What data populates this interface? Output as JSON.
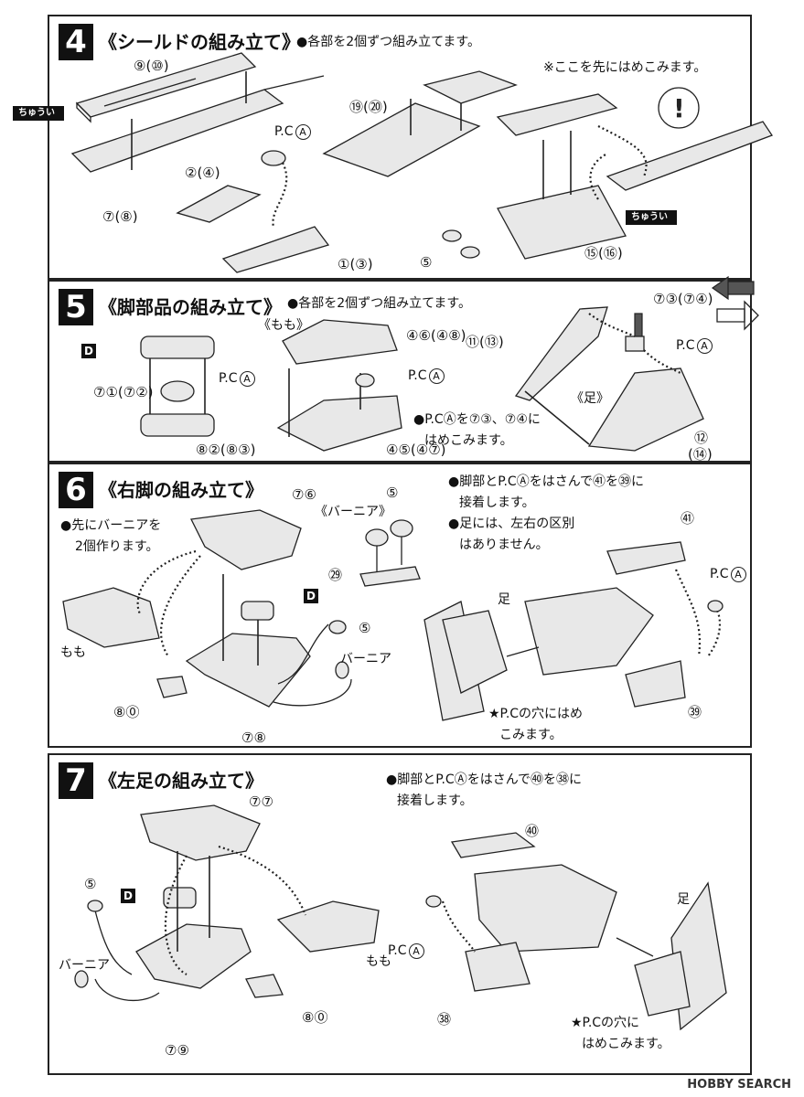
{
  "step4": {
    "num": "4",
    "title": "《シールドの組み立て》",
    "note": "●各部を2個ずつ組み立てます。",
    "note2": "※ここを先にはめこみます。",
    "pc": "P.C",
    "pc_letter": "A",
    "parts": [
      "⑨(⑩)",
      "⑦(⑧)",
      "②(④)",
      "①(③)",
      "⑲(⑳)",
      "⑤",
      "⑮(⑯)"
    ],
    "caution": [
      "ちゅうい",
      "ちゅうい"
    ]
  },
  "step5": {
    "num": "5",
    "title": "《脚部品の組み立て》",
    "note": "●各部を2個ずつ組み立てます。",
    "momo": "《もも》",
    "ashi": "《足》",
    "d": "D",
    "pc": "P.C",
    "pc_letter": "A",
    "parts": [
      "⑦①(⑦②)",
      "⑧②(⑧③)",
      "④⑥(④⑧)",
      "④⑤(④⑦)",
      "⑪(⑬)",
      "⑦③(⑦④)",
      "⑫",
      "(⑭)"
    ],
    "note_lines": [
      "●P.CⒶを⑦③、⑦④に",
      "はめこみます。"
    ]
  },
  "step6": {
    "num": "6",
    "title": "《右脚の組み立て》",
    "notes_left": [
      "●先にバーニアを",
      "2個作ります。"
    ],
    "burner_title": "《バーニア》",
    "notes_right": [
      "●脚部とP.CⒶをはさんで㊶を㊴に",
      "接着します。",
      "●足には、左右の区別",
      "はありません。"
    ],
    "labels": {
      "momo": "もも",
      "burner": "バーニア",
      "ashi": "足",
      "d": "D",
      "pc": "P.C",
      "pc_letter": "A"
    },
    "star": [
      "★P.Cの穴にはめ",
      "こみます。"
    ],
    "parts": [
      "⑦⑥",
      "⑤",
      "㉙",
      "⑧⓪",
      "⑦⑧",
      "⑤",
      "㊶",
      "㊴"
    ]
  },
  "step7": {
    "num": "7",
    "title": "《左足の組み立て》",
    "notes_right": [
      "●脚部とP.CⒶをはさんで㊵を㊳に",
      "接着します。"
    ],
    "labels": {
      "momo": "もも",
      "burner": "バーニア",
      "ashi": "足",
      "d": "D",
      "pc": "P.C",
      "pc_letter": "A"
    },
    "star": [
      "★P.Cの穴に",
      "はめこみます。"
    ],
    "parts": [
      "⑦⑦",
      "⑤",
      "⑧⓪",
      "⑦⑨",
      "㊵",
      "㊳"
    ]
  },
  "watermark": "HOBBY SEARCH"
}
